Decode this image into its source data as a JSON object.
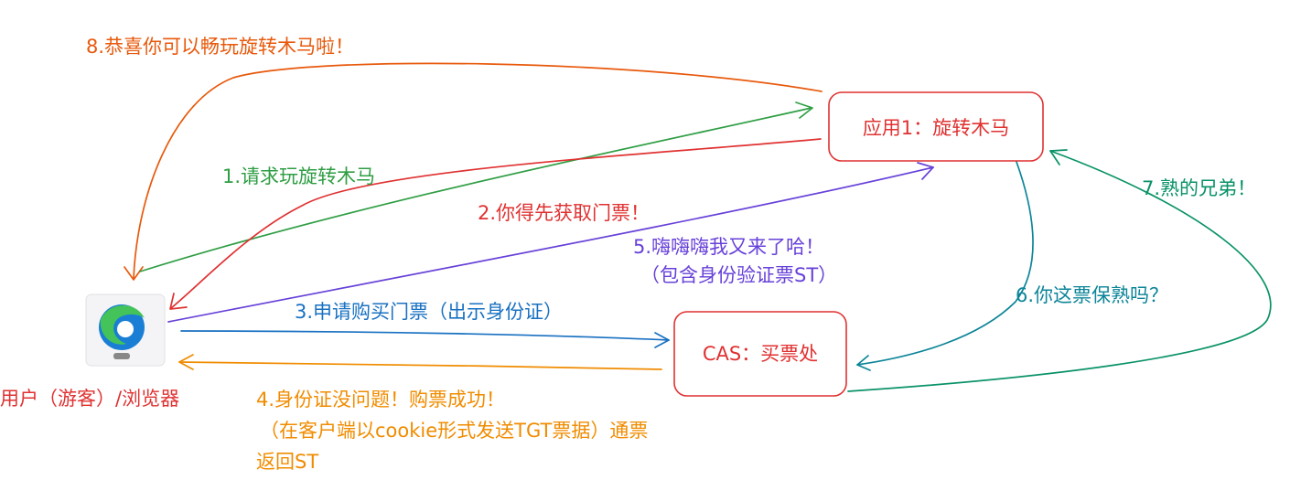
{
  "nodes": {
    "browser": {
      "label": "用户（游客）/浏览器",
      "icon": "edge-browser-icon"
    },
    "app": {
      "label": "应用1：旋转木马"
    },
    "cas": {
      "label": "CAS：买票处"
    }
  },
  "edges": [
    {
      "id": "e1",
      "label": "1.请求玩旋转木马",
      "color": "#2f9e44"
    },
    {
      "id": "e2",
      "label": "2.你得先获取门票！",
      "color": "#e03131"
    },
    {
      "id": "e3",
      "label": "3.申请购买门票（出示身份证）",
      "color": "#1971c2"
    },
    {
      "id": "e4",
      "lines": [
        "4.身份证没问题！购票成功！",
        "（在客户端以cookie形式发送TGT票据）通票",
        "返回ST"
      ],
      "color": "#f08c00"
    },
    {
      "id": "e5",
      "lines": [
        "5.嗨嗨嗨我又来了哈！",
        "（包含身份验证票ST）"
      ],
      "color": "#6741d9"
    },
    {
      "id": "e6",
      "label": "6.你这票保熟吗？",
      "color": "#0c8599"
    },
    {
      "id": "e7",
      "label": "7.熟的兄弟！",
      "color": "#099268"
    },
    {
      "id": "e8",
      "label": "8.恭喜你可以畅玩旋转木马啦！",
      "color": "#e8590c"
    }
  ],
  "colors": {
    "box_stroke": "#e03131",
    "box_text": "#e03131",
    "browser_label": "#e03131"
  }
}
